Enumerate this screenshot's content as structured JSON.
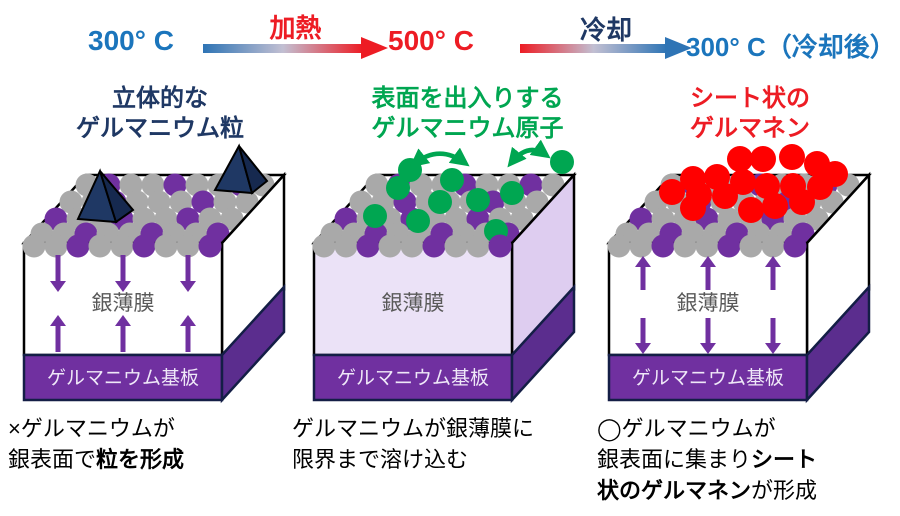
{
  "header": {
    "temp_start": "300° C",
    "heat_label": "加熱",
    "temp_peak": "500° C",
    "cool_label": "冷却",
    "temp_end": "300° C（冷却後）"
  },
  "panels": [
    {
      "heading_line1": "立体的な",
      "heading_line2": "ゲルマニウム粒",
      "heading_color": "#1F3864",
      "film_label": "銀薄膜",
      "substrate_label": "ゲルマニウム基板",
      "caption_lines": [
        [
          {
            "t": "×ゲルマニウムが",
            "b": false
          }
        ],
        [
          {
            "t": "銀表面で",
            "b": false
          },
          {
            "t": "粒を形成",
            "b": true
          }
        ]
      ]
    },
    {
      "heading_line1": "表面を出入りする",
      "heading_line2": "ゲルマニウム原子",
      "heading_color": "#00A651",
      "film_label": "銀薄膜",
      "substrate_label": "ゲルマニウム基板",
      "caption_lines": [
        [
          {
            "t": "ゲルマニウムが銀薄膜に",
            "b": false
          }
        ],
        [
          {
            "t": "限界まで溶け込む",
            "b": false
          }
        ]
      ]
    },
    {
      "heading_line1": "シート状の",
      "heading_line2": "ゲルマネン",
      "heading_color": "#ED1C24",
      "film_label": "銀薄膜",
      "substrate_label": "ゲルマニウム基板",
      "caption_lines": [
        [
          {
            "t": "◯ゲルマニウムが",
            "b": false
          }
        ],
        [
          {
            "t": "銀表面に集まり",
            "b": false
          },
          {
            "t": "シート",
            "b": true
          }
        ],
        [
          {
            "t": "状のゲルマネン",
            "b": true
          },
          {
            "t": "が形成",
            "b": false
          }
        ]
      ]
    }
  ],
  "colors": {
    "temp_blue": "#1B75BC",
    "temp_red": "#ED1C24",
    "heat_label_red": "#ED1C24",
    "cool_label_navy": "#1F3864",
    "gradient_blue": "#2E74B5",
    "gradient_mid": "#C2BFD2",
    "gradient_red": "#ED1C24",
    "silver_atom_gray": "#A9A9A9",
    "silver_atom_purple": "#7030A0",
    "germanium_green": "#00A651",
    "germanene_red": "#FF0000",
    "pyramid_navy": "#1F3864",
    "pyramid_navy_dark": "#16294F",
    "film_white": "#FFFFFF",
    "film_lavender": "#EBE2F7",
    "film_side_lavender": "#DECDF0",
    "substrate_purple": "#7030A0",
    "substrate_side_purple": "#5B2D8E",
    "substrate_outline": "#141E46",
    "arrow_purple": "#7030A0",
    "film_text_gray": "#595959",
    "substrate_text": "#EFE8F8",
    "outline_black": "#000000",
    "caption_black": "#000000"
  }
}
